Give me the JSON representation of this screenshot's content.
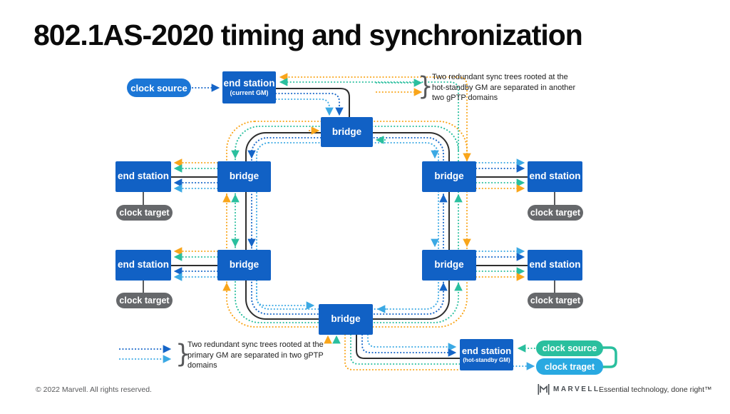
{
  "slide": {
    "title": "802.1AS-2020 timing and synchronization"
  },
  "nodes": {
    "clock_source_top_label": "clock source",
    "current_gm": {
      "title": "end station",
      "subtitle": "(current GM)"
    },
    "bridge_label": "bridge",
    "end_station_label": "end station",
    "clock_target_label": "clock target",
    "hot_standby_gm": {
      "title": "end station",
      "subtitle": "(hot-standby GM)"
    },
    "clock_source_bottom_label": "clock source",
    "clock_traget_label": "clock traget"
  },
  "legends": {
    "hot_standby": {
      "line1": "Two redundant sync trees rooted at the",
      "line2": "hot-standby GM are separated in another",
      "line3": "two gPTP domains"
    },
    "primary": {
      "line1": "Two redundant sync trees rooted at the",
      "line2": "primary GM are separated in two gPTP",
      "line3": "domains"
    }
  },
  "glyphs": {
    "brace": "}"
  },
  "footer": {
    "copyright": "© 2022 Marvell. All rights reserved.",
    "brand": "MARVELL",
    "tagline": "Essential technology, done right™"
  },
  "colors": {
    "box_blue": "#1161C5",
    "pill_blue": "#1B76D6",
    "orange": "#F9A51A",
    "teal": "#2ABF9E",
    "dark_blue": "#1565C8",
    "light_blue": "#3BA9E4",
    "black_line": "#2e2e2e",
    "gray_pill": "#66686B",
    "teal_pill": "#2ABF9E",
    "light_blue_pill": "#29A9E1"
  }
}
